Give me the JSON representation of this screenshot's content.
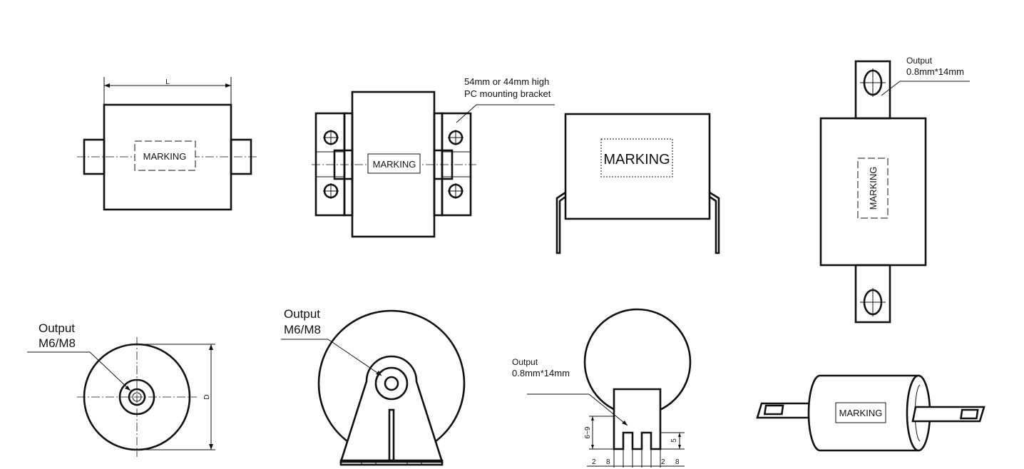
{
  "views": {
    "v1": {
      "dim_l": "L",
      "marking": "MARKING"
    },
    "v2": {
      "note_line1": "54mm or 44mm high",
      "note_line2": "PC mounting bracket",
      "marking": "MARKING"
    },
    "v3": {
      "marking": "MARKING"
    },
    "v4": {
      "output_label": "Output",
      "output_size": "0.8mm*14mm",
      "marking": "MARKING"
    },
    "v5": {
      "output_label": "Output",
      "output_thread": "M6/M8",
      "dim_d": "D"
    },
    "v6": {
      "output_label": "Output",
      "output_thread": "M6/M8"
    },
    "v7": {
      "output_label": "Output",
      "output_size": "0.8mm*14mm",
      "dim_left": "6~9",
      "dim_right": "5",
      "dim_bottom": [
        "2",
        "8",
        "2",
        "8"
      ]
    },
    "v8": {
      "marking": "MARKING"
    }
  }
}
